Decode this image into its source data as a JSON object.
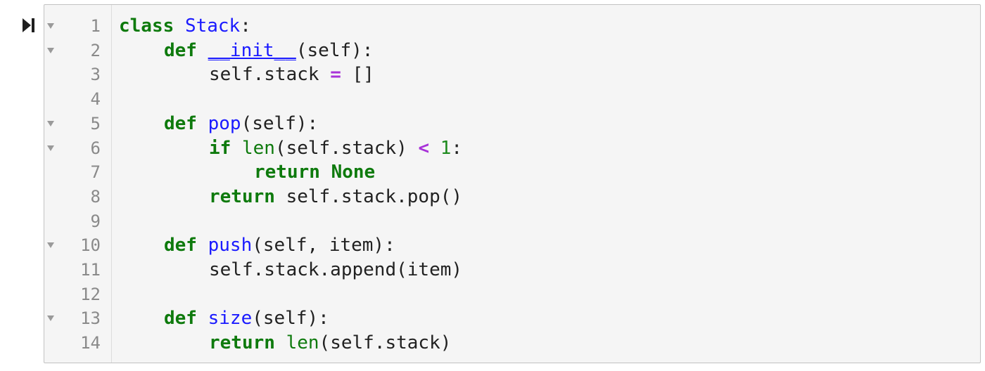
{
  "cell": {
    "run_button_icon": "run-cell-icon",
    "fold_icon": "fold-arrow-icon",
    "colors": {
      "keyword": "#0e7a0d",
      "definition": "#1a1aff",
      "operator": "#a832d8",
      "number": "#1d8a1d",
      "plain": "#212121",
      "line_number": "#8a8a8a",
      "editor_background": "#f5f5f5"
    },
    "lines": [
      {
        "number": "1",
        "foldable": true,
        "indent": 0,
        "tokens": [
          {
            "t": "class",
            "k": "keyword"
          },
          {
            "t": " ",
            "k": "plain"
          },
          {
            "t": "Stack",
            "k": "def"
          },
          {
            "t": ":",
            "k": "plain"
          }
        ]
      },
      {
        "number": "2",
        "foldable": true,
        "indent": 1,
        "tokens": [
          {
            "t": "def",
            "k": "keyword"
          },
          {
            "t": " ",
            "k": "plain"
          },
          {
            "t": "__init__",
            "k": "def-underline"
          },
          {
            "t": "(self):",
            "k": "plain"
          }
        ]
      },
      {
        "number": "3",
        "foldable": false,
        "indent": 2,
        "tokens": [
          {
            "t": "self.stack ",
            "k": "plain"
          },
          {
            "t": "=",
            "k": "op"
          },
          {
            "t": " []",
            "k": "plain"
          }
        ]
      },
      {
        "number": "4",
        "foldable": false,
        "indent": 0,
        "tokens": []
      },
      {
        "number": "5",
        "foldable": true,
        "indent": 1,
        "tokens": [
          {
            "t": "def",
            "k": "keyword"
          },
          {
            "t": " ",
            "k": "plain"
          },
          {
            "t": "pop",
            "k": "def"
          },
          {
            "t": "(self):",
            "k": "plain"
          }
        ]
      },
      {
        "number": "6",
        "foldable": true,
        "indent": 2,
        "tokens": [
          {
            "t": "if",
            "k": "keyword"
          },
          {
            "t": " ",
            "k": "plain"
          },
          {
            "t": "len",
            "k": "builtin"
          },
          {
            "t": "(self.stack) ",
            "k": "plain"
          },
          {
            "t": "<",
            "k": "op"
          },
          {
            "t": " ",
            "k": "plain"
          },
          {
            "t": "1",
            "k": "num"
          },
          {
            "t": ":",
            "k": "plain"
          }
        ]
      },
      {
        "number": "7",
        "foldable": false,
        "indent": 3,
        "tokens": [
          {
            "t": "return",
            "k": "keyword"
          },
          {
            "t": " ",
            "k": "plain"
          },
          {
            "t": "None",
            "k": "keyword"
          }
        ]
      },
      {
        "number": "8",
        "foldable": false,
        "indent": 2,
        "tokens": [
          {
            "t": "return",
            "k": "keyword"
          },
          {
            "t": " self.stack.pop()",
            "k": "plain"
          }
        ]
      },
      {
        "number": "9",
        "foldable": false,
        "indent": 0,
        "tokens": []
      },
      {
        "number": "10",
        "foldable": true,
        "indent": 1,
        "tokens": [
          {
            "t": "def",
            "k": "keyword"
          },
          {
            "t": " ",
            "k": "plain"
          },
          {
            "t": "push",
            "k": "def"
          },
          {
            "t": "(self, item):",
            "k": "plain"
          }
        ]
      },
      {
        "number": "11",
        "foldable": false,
        "indent": 2,
        "tokens": [
          {
            "t": "self.stack.append(item)",
            "k": "plain"
          }
        ]
      },
      {
        "number": "12",
        "foldable": false,
        "indent": 0,
        "tokens": []
      },
      {
        "number": "13",
        "foldable": true,
        "indent": 1,
        "tokens": [
          {
            "t": "def",
            "k": "keyword"
          },
          {
            "t": " ",
            "k": "plain"
          },
          {
            "t": "size",
            "k": "def"
          },
          {
            "t": "(self):",
            "k": "plain"
          }
        ]
      },
      {
        "number": "14",
        "foldable": false,
        "indent": 2,
        "tokens": [
          {
            "t": "return",
            "k": "keyword"
          },
          {
            "t": " ",
            "k": "plain"
          },
          {
            "t": "len",
            "k": "builtin"
          },
          {
            "t": "(self.stack)",
            "k": "plain"
          }
        ]
      }
    ]
  }
}
